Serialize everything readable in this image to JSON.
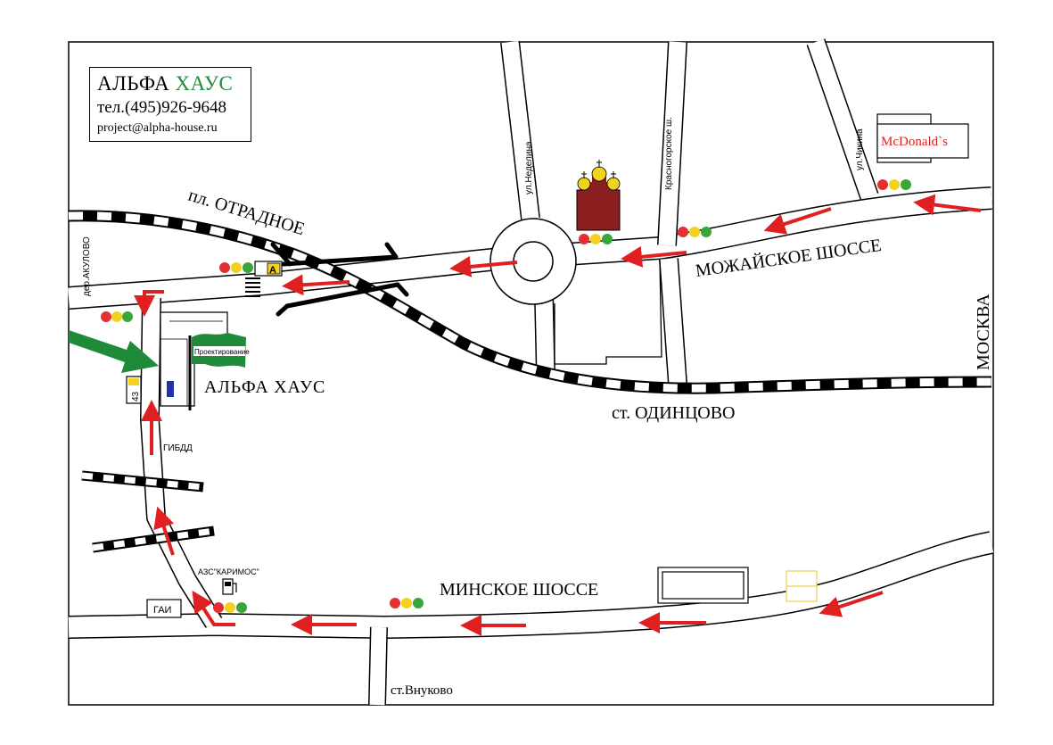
{
  "company": {
    "name_part1": "АЛЬФА",
    "name_part2": "ХАУС",
    "phone": "тел.(495)926-9648",
    "email": "project@alpha-house.ru"
  },
  "labels": {
    "otradnoe": "пл. ОТРАДНОЕ",
    "mozhayskoe": "МОЖАЙСКОЕ ШОССЕ",
    "minskoe": "МИНСКОЕ ШОССЕ",
    "odintsovo": "ст. ОДИНЦОВО",
    "moskva": "МОСКВА",
    "vnukovo": "ст.Внуково",
    "akulovo": "дер.АКУЛОВО",
    "nedelina": "ул.Неделина",
    "krasnogorskoe": "Красногорское ш.",
    "chikina": "ул.Чикина",
    "gibdd": "ГИБДД",
    "azs": "АЗС\"КАРИМОС\"",
    "gai": "ГАИ",
    "alpha_house": "АЛЬФА ХАУС",
    "proektirovanie": "Проектирование",
    "mcdonalds": "McDonald`s",
    "bus_stop": "А",
    "bus_43": "43"
  },
  "colors": {
    "accent_green": "#1e8a3a",
    "arrow_red": "#e02020",
    "church_brown": "#8b1f1f",
    "dome_gold": "#f2d21e",
    "light_red": "#e53030",
    "light_yellow": "#f2d21e",
    "light_green": "#3aa63a"
  }
}
